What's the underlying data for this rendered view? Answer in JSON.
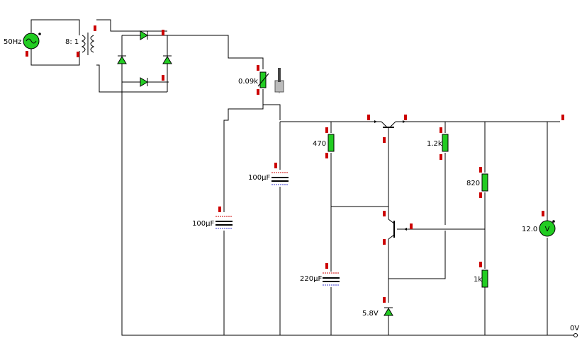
{
  "source": {
    "frequency_label": "50Hz"
  },
  "transformer": {
    "ratio_label": "8: 1"
  },
  "potentiometer": {
    "value_label": "0.09k"
  },
  "capacitors": {
    "c_reservoir": "100µF",
    "c_filter": "100µF",
    "c_bypass": "220µF"
  },
  "resistors": {
    "r_470": "470",
    "r_1k2": "1.2k",
    "r_820": "820",
    "r_1k": "1k"
  },
  "zener": {
    "voltage_label": "5.8V"
  },
  "voltmeter": {
    "reading": "12.0",
    "symbol": "V"
  },
  "ground": {
    "label": "0V"
  },
  "colors": {
    "component_fill": "#22cc22",
    "probe_marker": "#cc0000",
    "wire": "#000000"
  }
}
